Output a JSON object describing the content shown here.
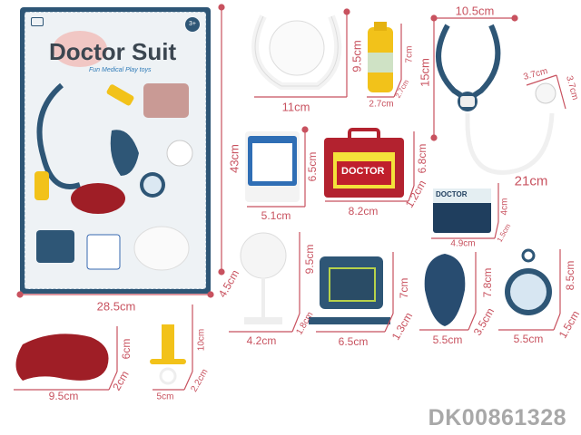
{
  "package": {
    "title": "Doctor Suit",
    "subtitle": "Fun Medical Play toys",
    "age_badge": "3+"
  },
  "item_text": {
    "doctor": "DOCTOR"
  },
  "dims": {
    "pkg_h": "43cm",
    "pkg_d": "4.5cm",
    "pkg_w": "28.5cm",
    "steth_head_w": "11cm",
    "steth_head_h": "9.5cm",
    "bottle_h": "7cm",
    "bottle_w": "2.7cm",
    "bottle_d": "2.7cm",
    "steth_w": "10.5cm",
    "steth_h": "15cm",
    "steth_chest_w": "3.7cm",
    "steth_chest_h": "3.7cm",
    "steth_tube": "21cm",
    "clip_h": "6.5cm",
    "clip_w": "5.1cm",
    "case_h": "6.8cm",
    "case_d": "1.2cm",
    "case_w": "8.2cm",
    "card_h": "4cm",
    "card_d": "1.5cm",
    "card_w": "4.9cm",
    "mirror_h": "9.5cm",
    "mirror_d": "1.8cm",
    "mirror_w": "4.2cm",
    "monitor_h": "7cm",
    "monitor_d": "1.3cm",
    "monitor_w": "6.5cm",
    "mask_h": "7.8cm",
    "mask_d": "3.5cm",
    "mask_w": "5.5cm",
    "watch_h": "8.5cm",
    "watch_d": "1.5cm",
    "watch_w": "5.5cm",
    "tray_h": "6cm",
    "tray_d": "2cm",
    "tray_w": "9.5cm",
    "syringe_h": "10cm",
    "syringe_d": "2.2cm",
    "syringe_w": "5cm"
  },
  "product_code": "DK00861328",
  "colors": {
    "dimension": "#c8525f",
    "navy": "#2e5676",
    "red": "#b3222f",
    "yellow": "#f2c21a"
  }
}
